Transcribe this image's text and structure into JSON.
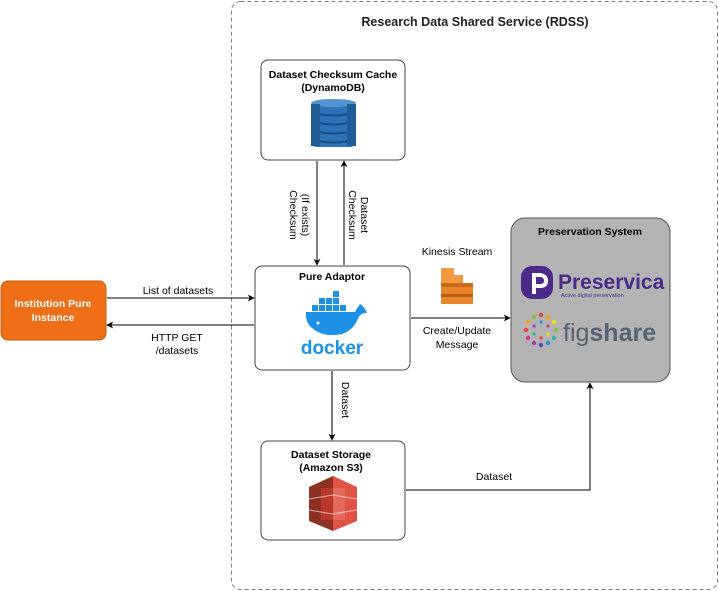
{
  "diagram": {
    "container": {
      "title": "Research Data Shared Service (RDSS)"
    },
    "nodes": {
      "institution": {
        "label_line1": "Institution Pure",
        "label_line2": "Instance",
        "fill": "#ee6f17"
      },
      "checksum_cache": {
        "title_line1": "Dataset Checksum Cache",
        "title_line2": "(DynamoDB)",
        "icon": "dynamodb-icon",
        "icon_color": "#2e73b8"
      },
      "pure_adaptor": {
        "title": "Pure Adaptor",
        "icon": "docker-icon",
        "icon_color": "#1d91e6",
        "icon_text": "docker"
      },
      "dataset_storage": {
        "title_line1": "Dataset Storage",
        "title_line2": "(Amazon S3)",
        "icon": "s3-icon",
        "icon_color": "#d9412f"
      },
      "preservation": {
        "title": "Preservation System",
        "fill": "#b3b3b3",
        "preservica": {
          "name": "Preservica",
          "tagline": "Active digital preservation",
          "color": "#4b2a8a"
        },
        "figshare": {
          "name_part1": "fig",
          "name_part2": "share",
          "color": "#556270"
        }
      },
      "kinesis": {
        "label": "Kinesis Stream",
        "icon": "kinesis-icon",
        "icon_color": "#e8852a"
      }
    },
    "edges": {
      "list_of_datasets": "List of datasets",
      "http_get_line1": "HTTP GET",
      "http_get_line2": "/datasets",
      "checksum_line1": "Checksum",
      "checksum_line2": "(If exists)",
      "dataset_checksum_line1": "Dataset",
      "dataset_checksum_line2": "Checksum",
      "create_update_line1": "Create/Update",
      "create_update_line2": "Message",
      "dataset_to_storage": "Dataset",
      "dataset_to_preservation": "Dataset"
    }
  }
}
